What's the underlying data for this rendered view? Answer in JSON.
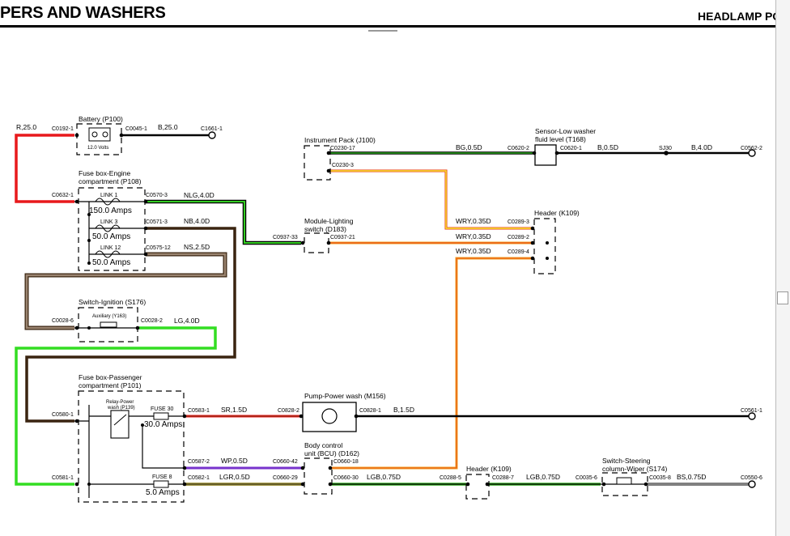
{
  "header": {
    "left_title": "PERS AND WASHERS",
    "right_title": "HEADLAMP POV"
  },
  "components": {
    "battery": "Battery (P100)",
    "battery_volts": "12.0 Volts",
    "fusebox_engine_1": "Fuse box-Engine",
    "fusebox_engine_2": "compartment (P108)",
    "link1": "LINK 1",
    "link1_amps": "150.0 Amps",
    "link3": "LINK 3",
    "link3_amps": "50.0 Amps",
    "link12": "LINK 12",
    "link12_amps": "50.0 Amps",
    "ignition": "Switch-Ignition (S176)",
    "auxiliary": "Auxiliary (Y163)",
    "fusebox_pass_1": "Fuse box-Passenger",
    "fusebox_pass_2": "compartment (P101)",
    "relay_1": "Relay-Power",
    "relay_2": "wash (P139)",
    "fuse30": "FUSE 30",
    "fuse30_amps": "30.0 Amps",
    "fuse8": "FUSE 8",
    "fuse8_amps": "5.0 Amps",
    "instrument": "Instrument Pack (J100)",
    "sensor_1": "Sensor-Low washer",
    "sensor_2": "fluid level (T168)",
    "lighting_1": "Module-Lighting",
    "lighting_2": "switch (D183)",
    "header_k109_top": "Header (K109)",
    "pump": "Pump-Power wash (M156)",
    "bcu_1": "Body control",
    "bcu_2": "unit (BCU) (D162)",
    "header_k109_bottom": "Header (K109)",
    "steering_1": "Switch-Steering",
    "steering_2": "column-Wiper (S174)"
  },
  "wires": {
    "r25": "R,25.0",
    "b25": "B,25.0",
    "nlg": "NLG,4.0D",
    "nb": "NB,4.0D",
    "ns": "NS,2.5D",
    "lg": "LG,4.0D",
    "bg": "BG,0.5D",
    "b05": "B,0.5D",
    "b40": "B,4.0D",
    "wry1": "WRY,0.35D",
    "wry2": "WRY,0.35D",
    "wry3": "WRY,0.35D",
    "sr": "SR,1.5D",
    "b15": "B,1.5D",
    "wp": "WP,0.5D",
    "lgr": "LGR,0.5D",
    "lgb1": "LGB,0.75D",
    "lgb2": "LGB,0.75D",
    "bs": "BS,0.75D"
  },
  "connectors": {
    "c0192_1": "C0192-1",
    "c0045_1": "C0045-1",
    "c1661_1": "C1661-1",
    "c0632_1": "C0632-1",
    "c0570_3": "C0570-3",
    "c0571_3": "C0571-3",
    "c0575_12": "C0575-12",
    "c0028_6": "C0028-6",
    "c0028_2": "C0028-2",
    "c0230_17": "C0230-17",
    "c0230_3": "C0230-3",
    "c0620_2": "C0620-2",
    "c0620_1": "C0620-1",
    "sj30": "SJ30",
    "c0562_2": "C0562-2",
    "c0937_33": "C0937-33",
    "c0937_21": "C0937-21",
    "c0289_3": "C0289-3",
    "c0289_2": "C0289-2",
    "c0289_4": "C0289-4",
    "c0580_1": "C0580-1",
    "c0583_1": "C0583-1",
    "c0828_2": "C0828-2",
    "c0828_1": "C0828-1",
    "c0561_1": "C0561-1",
    "c0587_2": "C0587-2",
    "c0660_42": "C0660-42",
    "c0660_18": "C0660-18",
    "c0581_1": "C0581-1",
    "c0582_1": "C0582-1",
    "c0660_29": "C0660-29",
    "c0660_30": "C0660-30",
    "c0288_5": "C0288-5",
    "c0288_7": "C0288-7",
    "c0035_6": "C0035-6",
    "c0035_8": "C0035-8",
    "c0550_6": "C0550-6"
  },
  "colors": {
    "red": "#e8191c",
    "green": "#33dd22",
    "brown": "#3a2410",
    "tan": "#8a7460",
    "orange": "#f0a020",
    "yellow": "#f8ec30",
    "purple": "#7733cc",
    "olive": "#8a7a10"
  }
}
